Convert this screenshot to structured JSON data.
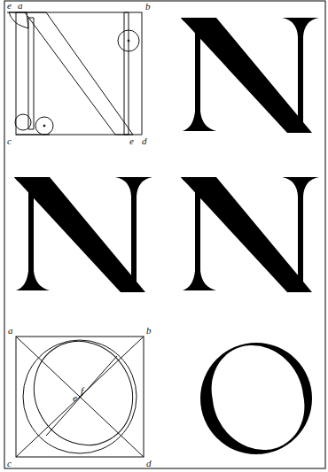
{
  "diagram": {
    "labels": [
      "e",
      "a",
      "b",
      "c",
      "e",
      "d",
      "a",
      "b",
      "c",
      "d",
      "e",
      "f"
    ]
  }
}
